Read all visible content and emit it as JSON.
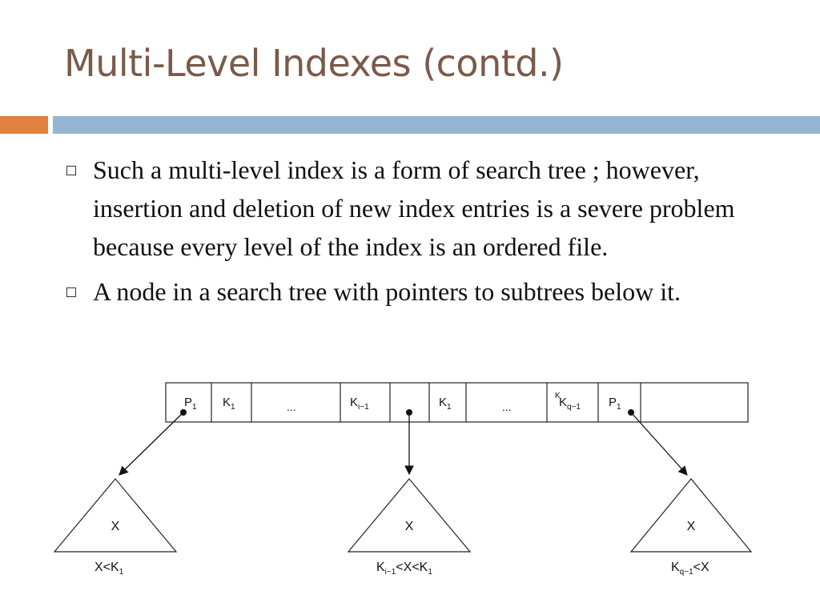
{
  "slide": {
    "title": "Multi-Level Indexes (contd.)",
    "bullets": [
      "Such a multi-level index is a form of search tree ; however, insertion and deletion of new index entries is a severe problem because every level of the index is an ordered file.",
      "A node in a search tree with pointers to subtrees below it."
    ]
  },
  "diagram": {
    "cells": [
      "P",
      "K",
      "...",
      "K",
      "",
      "K",
      "...",
      "K",
      "P",
      ""
    ],
    "cell_subscripts": [
      "1",
      "1",
      "",
      "i−1",
      "",
      "1",
      "",
      "q−1",
      "1",
      ""
    ],
    "stray_k": "K",
    "subtrees": [
      {
        "label": "X",
        "cond_main": "X<K",
        "cond_sub": "1"
      },
      {
        "label": "X",
        "cond_a": "K",
        "cond_a_sub": "i−1",
        "cond_b": "<X<K",
        "cond_b_sub": "1"
      },
      {
        "label": "X",
        "cond_a": "K",
        "cond_a_sub": "q−1",
        "cond_b": "<X"
      }
    ]
  }
}
